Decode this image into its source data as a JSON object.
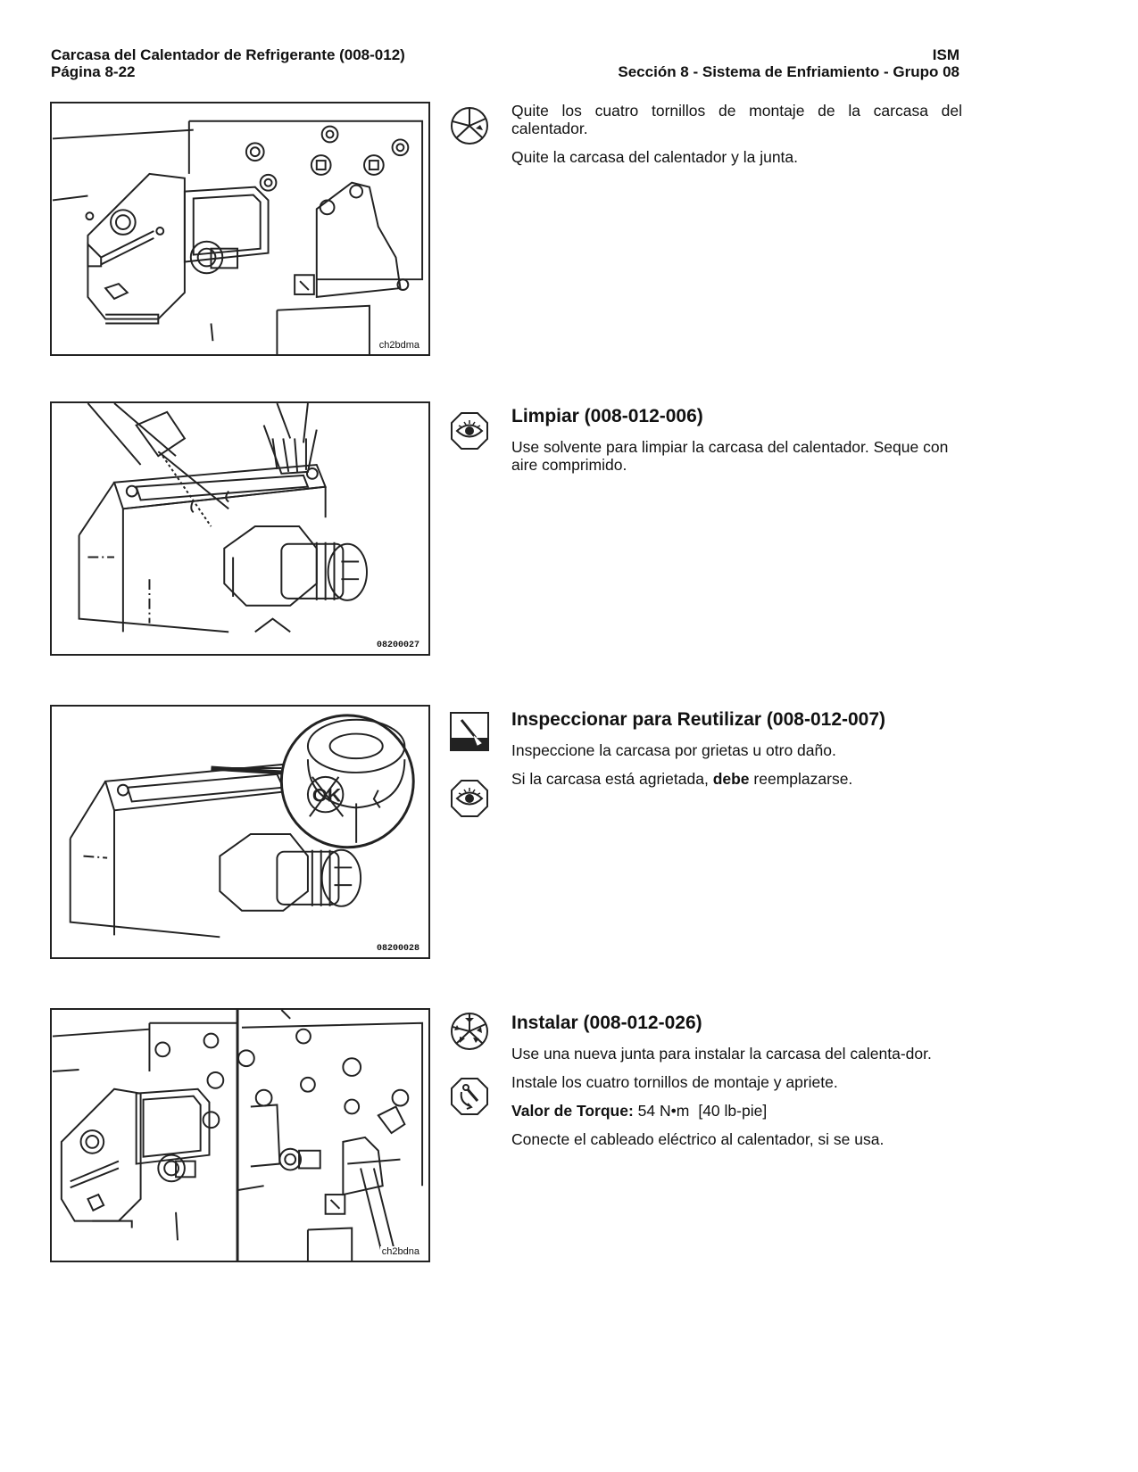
{
  "header": {
    "left_line1": "Carcasa del Calentador de Refrigerante (008-012)",
    "left_line2": "Página 8-22",
    "right_line1": "ISM",
    "right_line2": "Sección 8 - Sistema de Enfriamiento - Grupo 08"
  },
  "sections": {
    "remove": {
      "figure_code": "ch2bdma",
      "icon": "remove-icon",
      "p1": "Quite los cuatro tornillos de montaje de la carcasa del calentador.",
      "p2": "Quite la carcasa del calentador y la junta."
    },
    "clean": {
      "figure_code": "08200027",
      "icon": "eye-inspect-icon",
      "title": "Limpiar (008-012-006)",
      "p1": "Use solvente para limpiar la carcasa del calentador. Seque con aire comprimido."
    },
    "inspect": {
      "figure_code": "08200028",
      "icons": [
        "brush-icon",
        "eye-inspect-icon"
      ],
      "title": "Inspeccionar para Reutilizar (008-012-007)",
      "p1": "Inspeccione la carcasa por grietas u otro daño.",
      "p2_before": "Si la carcasa está agrietada, ",
      "p2_bold": "debe",
      "p2_after": " reemplazarse."
    },
    "install": {
      "figure_code": "ch2bdna",
      "icons": [
        "install-icon",
        "torque-wrench-icon"
      ],
      "title": "Instalar (008-012-026)",
      "p1": "Use una nueva junta para instalar la carcasa del calenta-dor.",
      "p2": "Instale los cuatro tornillos de montaje y apriete.",
      "torque_label": "Valor de Torque:",
      "torque_value": "54 N•m",
      "torque_imperial": "[40  lb-pie]",
      "p3": "Conecte el cableado eléctrico al calentador, si se usa."
    }
  }
}
